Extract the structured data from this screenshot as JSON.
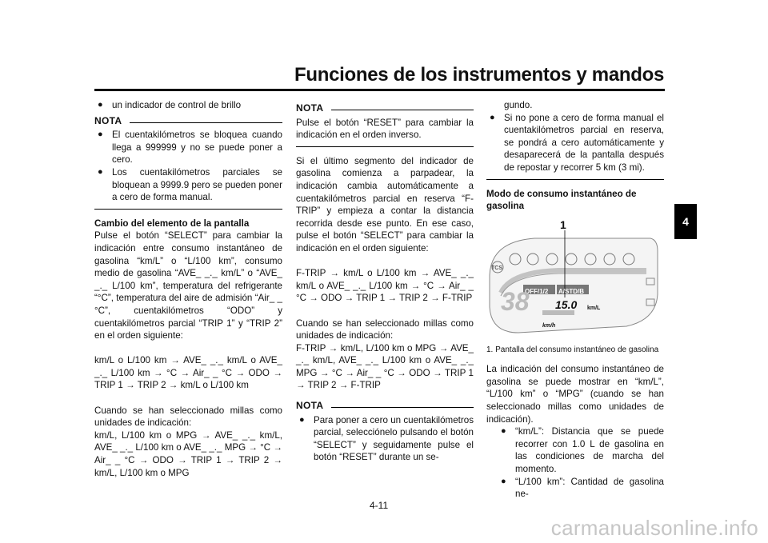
{
  "header": {
    "title": "Funciones de los instrumentos y mandos"
  },
  "chapter_tab": "4",
  "page_number": "4-11",
  "watermark": "carmanualsonline.info",
  "col1": {
    "bullet_top": "un indicador de control de brillo",
    "nota1": {
      "label": "NOTA",
      "items": [
        "El cuentakilómetros se bloquea cuando llega a 999999 y no se puede poner a cero.",
        "Los cuentakilómetros parciales se bloquean a 9999.9 pero se pueden poner a cero de forma manual."
      ]
    },
    "section_title": "Cambio del elemento de la pantalla",
    "para1": "Pulse el botón “SELECT” para cambiar la indicación entre consumo instantáneo de gasolina “km/L” o “L/100 km”, consumo medio de gasolina “AVE_ _._ km/L” o “AVE_ _._ L/100 km”, temperatura del refrigerante “°C”, temperatura del aire de admisión “Air_ _ °C”, cuentakilómetros “ODO” y cuentakilómetros parcial “TRIP 1” y “TRIP 2” en el orden siguiente:",
    "seq1": "km/L o L/100 km → AVE_ _._ km/L o AVE_ _._ L/100 km → °C → Air_ _ °C → ODO → TRIP 1 → TRIP 2 → km/L o L/100 km",
    "para2": "Cuando se han seleccionado millas como unidades de indicación:",
    "seq2": "km/L, L/100 km o MPG → AVE_ _._ km/L, AVE_ _._ L/100 km o AVE_ _._ MPG → °C → Air_ _ °C → ODO → TRIP 1 → TRIP 2 → km/L, L/100 km o MPG"
  },
  "col2": {
    "nota2": {
      "label": "NOTA",
      "text": "Pulse el botón “RESET” para cambiar la indicación en el orden inverso."
    },
    "para1": "Si el último segmento del indicador de gasolina comienza a parpadear, la indicación cambia automáticamente a cuentakilómetros parcial en reserva “F-TRIP” y empieza a contar la distancia recorrida desde ese punto. En ese caso, pulse el botón “SELECT” para cambiar la indicación en el orden siguiente:",
    "seq1": "F-TRIP → km/L o L/100 km → AVE_ _._ km/L o AVE_ _._ L/100 km → °C → Air_ _ °C → ODO → TRIP 1 → TRIP 2 → F-TRIP",
    "para2": "Cuando se han seleccionado millas como unidades de indicación:",
    "seq2": "F-TRIP → km/L, L/100 km o MPG → AVE_ _._ km/L, AVE_ _._ L/100 km o AVE_ _._ MPG → °C → Air_ _ °C → ODO → TRIP 1 → TRIP 2 → F-TRIP",
    "nota3": {
      "label": "NOTA",
      "item": "Para poner a cero un cuentakilómetros parcial, selecciónelo pulsando el botón “SELECT” y seguidamente pulse el botón “RESET” durante un se-"
    }
  },
  "col3": {
    "cont": "gundo.",
    "bullet": "Si no pone a cero de forma manual el cuentakilómetros parcial en reserva, se pondrá a cero automáticamente y desaparecerá de la pantalla después de repostar y recorrer 5 km (3 mi).",
    "section_title": "Modo de consumo instantáneo de gasolina",
    "figure": {
      "callout": "1",
      "lcd_unit": "km/L",
      "lcd_value": "15.0",
      "speed_value": "38",
      "speed_unit": "km/h",
      "tcs": "TCS",
      "mode_a": "OFF/1/2",
      "mode_b": "A/STD/B",
      "caption": "1. Pantalla del consumo instantáneo de gasolina"
    },
    "para1": "La indicación del consumo instantáneo de gasolina se puede mostrar en “km/L”, “L/100 km” o “MPG” (cuando se han seleccionado millas como unidades de indicación).",
    "bullets": [
      "“km/L”: Distancia que se puede recorrer con 1.0 L de gasolina en las condiciones de marcha del momento.",
      "“L/100 km”: Cantidad de gasolina ne-"
    ]
  }
}
